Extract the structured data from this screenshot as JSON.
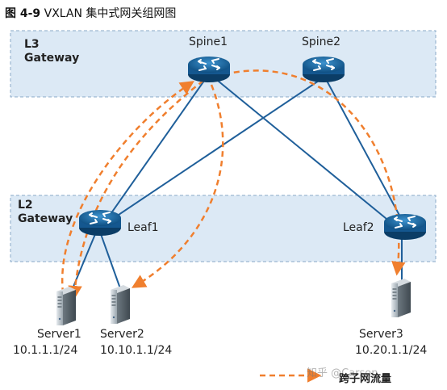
{
  "title": {
    "figure_number": "图 4-9",
    "text": "VXLAN 集中式网关组网图"
  },
  "zones": {
    "l3": {
      "line1": "L3",
      "line2": "Gateway"
    },
    "l2": {
      "line1": "L2",
      "line2": "Gateway"
    }
  },
  "devices": {
    "spine1": "Spine1",
    "spine2": "Spine2",
    "leaf1": "Leaf1",
    "leaf2": "Leaf2"
  },
  "servers": [
    {
      "name": "Server1",
      "ip": "10.1.1.1/24"
    },
    {
      "name": "Server2",
      "ip": "10.10.1.1/24"
    },
    {
      "name": "Server3",
      "ip": "10.20.1.1/24"
    }
  ],
  "legend": {
    "label": "跨子网流量"
  },
  "watermark": "知乎 @Carson",
  "colors": {
    "zone_fill": "#dce9f5",
    "zone_border": "#8aa9c8",
    "link": "#1f5f9a",
    "router": "#1c6fa8",
    "traffic": "#f07f2e",
    "server": "#b9c2c9"
  }
}
